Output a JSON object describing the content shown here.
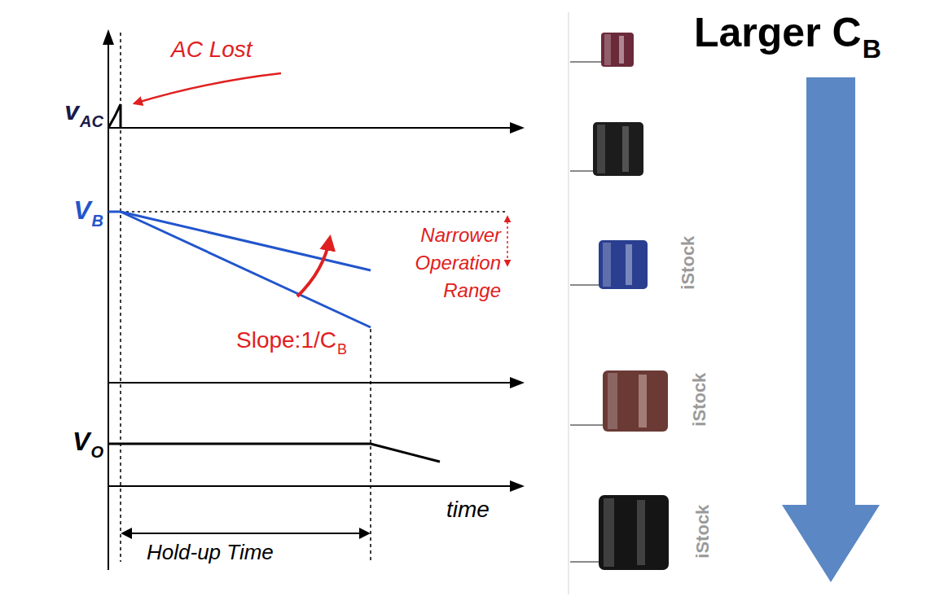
{
  "diagram": {
    "labels": [
      "AC Lost",
      "v",
      "AC",
      "V",
      "B",
      "Narrower Operation Range",
      "Slope:1/C",
      "B",
      "V",
      "O",
      "time",
      "Hold-up Time",
      "Larger C",
      "B",
      "iStock",
      "iStock",
      "iStock"
    ]
  }
}
